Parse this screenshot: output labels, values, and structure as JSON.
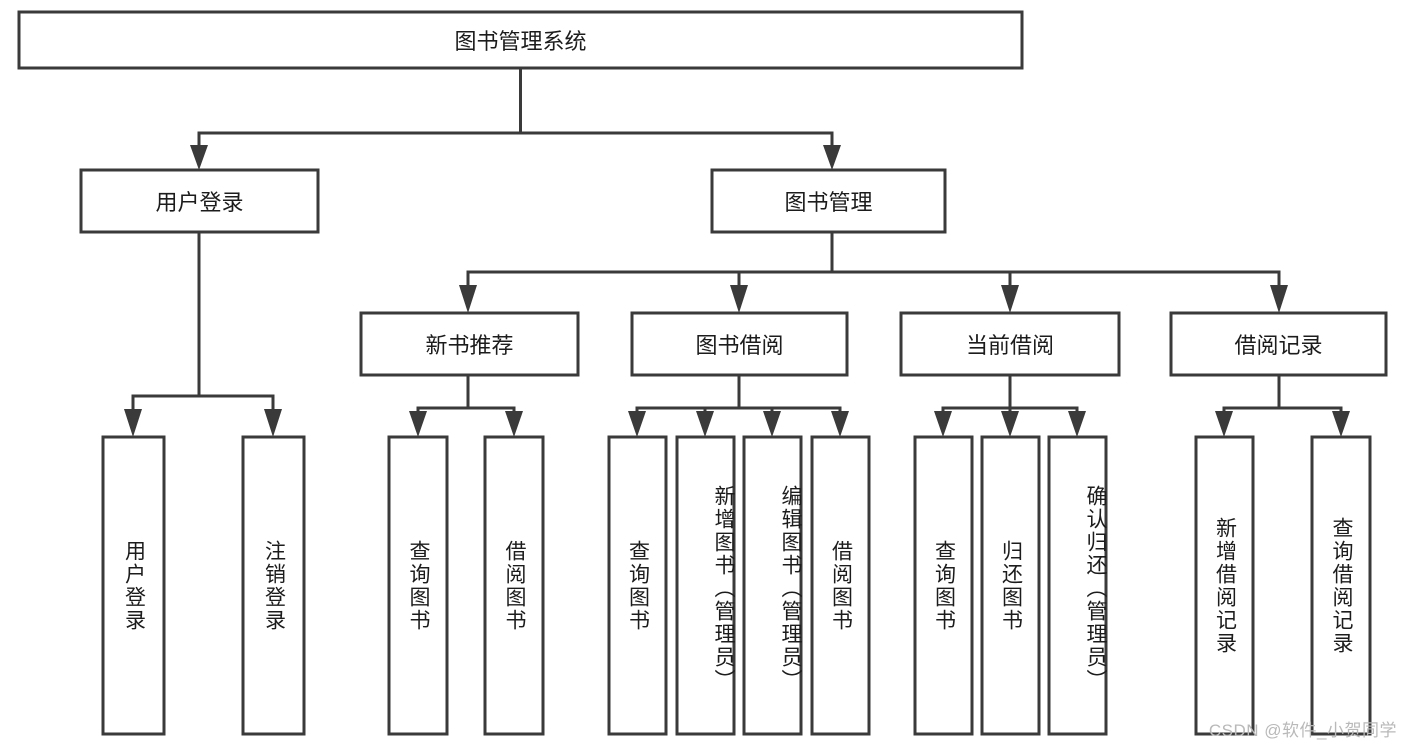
{
  "diagram": {
    "type": "tree-hierarchy",
    "title": "图书管理系统",
    "watermark": "CSDN @软件_小贺同学",
    "colors": {
      "stroke": "#3a3a3a",
      "fill": "#ffffff",
      "text": "#1c1c1c",
      "watermark": "#b9b9b9",
      "background": "#ffffff"
    },
    "nodes": {
      "root": {
        "label": "图书管理系统",
        "orientation": "horizontal"
      },
      "level2": [
        {
          "id": "user-login",
          "label": "用户登录",
          "orientation": "horizontal"
        },
        {
          "id": "book-management",
          "label": "图书管理",
          "orientation": "horizontal"
        }
      ],
      "level3": [
        {
          "id": "new-book-recommend",
          "label": "新书推荐",
          "orientation": "horizontal"
        },
        {
          "id": "book-borrow",
          "label": "图书借阅",
          "orientation": "horizontal"
        },
        {
          "id": "current-borrow",
          "label": "当前借阅",
          "orientation": "horizontal"
        },
        {
          "id": "borrow-record",
          "label": "借阅记录",
          "orientation": "horizontal"
        }
      ],
      "leaves": {
        "user-login": [
          {
            "id": "leaf-user-login",
            "label": "用户登录",
            "orientation": "vertical"
          },
          {
            "id": "leaf-logout-login",
            "label": "注销登录",
            "orientation": "vertical"
          }
        ],
        "new-book-recommend": [
          {
            "id": "leaf-query-book-1",
            "label": "查询图书",
            "orientation": "vertical"
          },
          {
            "id": "leaf-borrow-book-1",
            "label": "借阅图书",
            "orientation": "vertical"
          }
        ],
        "book-borrow": [
          {
            "id": "leaf-query-book-2",
            "label": "查询图书",
            "orientation": "vertical"
          },
          {
            "id": "leaf-add-book",
            "label": "新增图书（管理员）",
            "orientation": "vertical"
          },
          {
            "id": "leaf-edit-book",
            "label": "编辑图书（管理员）",
            "orientation": "vertical"
          },
          {
            "id": "leaf-borrow-book-2",
            "label": "借阅图书",
            "orientation": "vertical"
          }
        ],
        "current-borrow": [
          {
            "id": "leaf-query-book-3",
            "label": "查询图书",
            "orientation": "vertical"
          },
          {
            "id": "leaf-return-book",
            "label": "归还图书",
            "orientation": "vertical"
          },
          {
            "id": "leaf-confirm-return",
            "label": "确认归还（管理员）",
            "orientation": "vertical"
          }
        ],
        "borrow-record": [
          {
            "id": "leaf-add-record",
            "label": "新增借阅记录",
            "orientation": "vertical"
          },
          {
            "id": "leaf-query-record",
            "label": "查询借阅记录",
            "orientation": "vertical"
          }
        ]
      }
    }
  }
}
